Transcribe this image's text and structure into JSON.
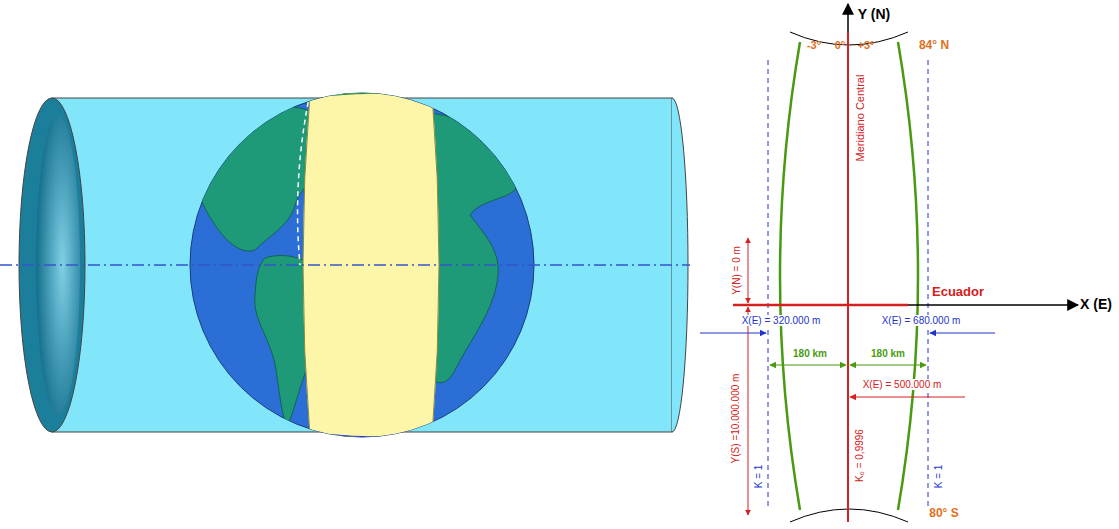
{
  "diagram": {
    "labels": [
      "Y (N)",
      "84° N",
      "-3°",
      "0°",
      "+3°",
      "Meridiano Central",
      "Ecuador",
      "X (E)",
      "Y(N) = 0 m",
      "X(E) = 320.000 m",
      "X(E) = 680.000 m",
      "180 km",
      "180 km",
      "X(E) = 500.000 m",
      "Y(S) =10.000.000 m",
      "K = 1",
      "K₀ = 0,9996",
      "K = 1",
      "80° S"
    ]
  }
}
